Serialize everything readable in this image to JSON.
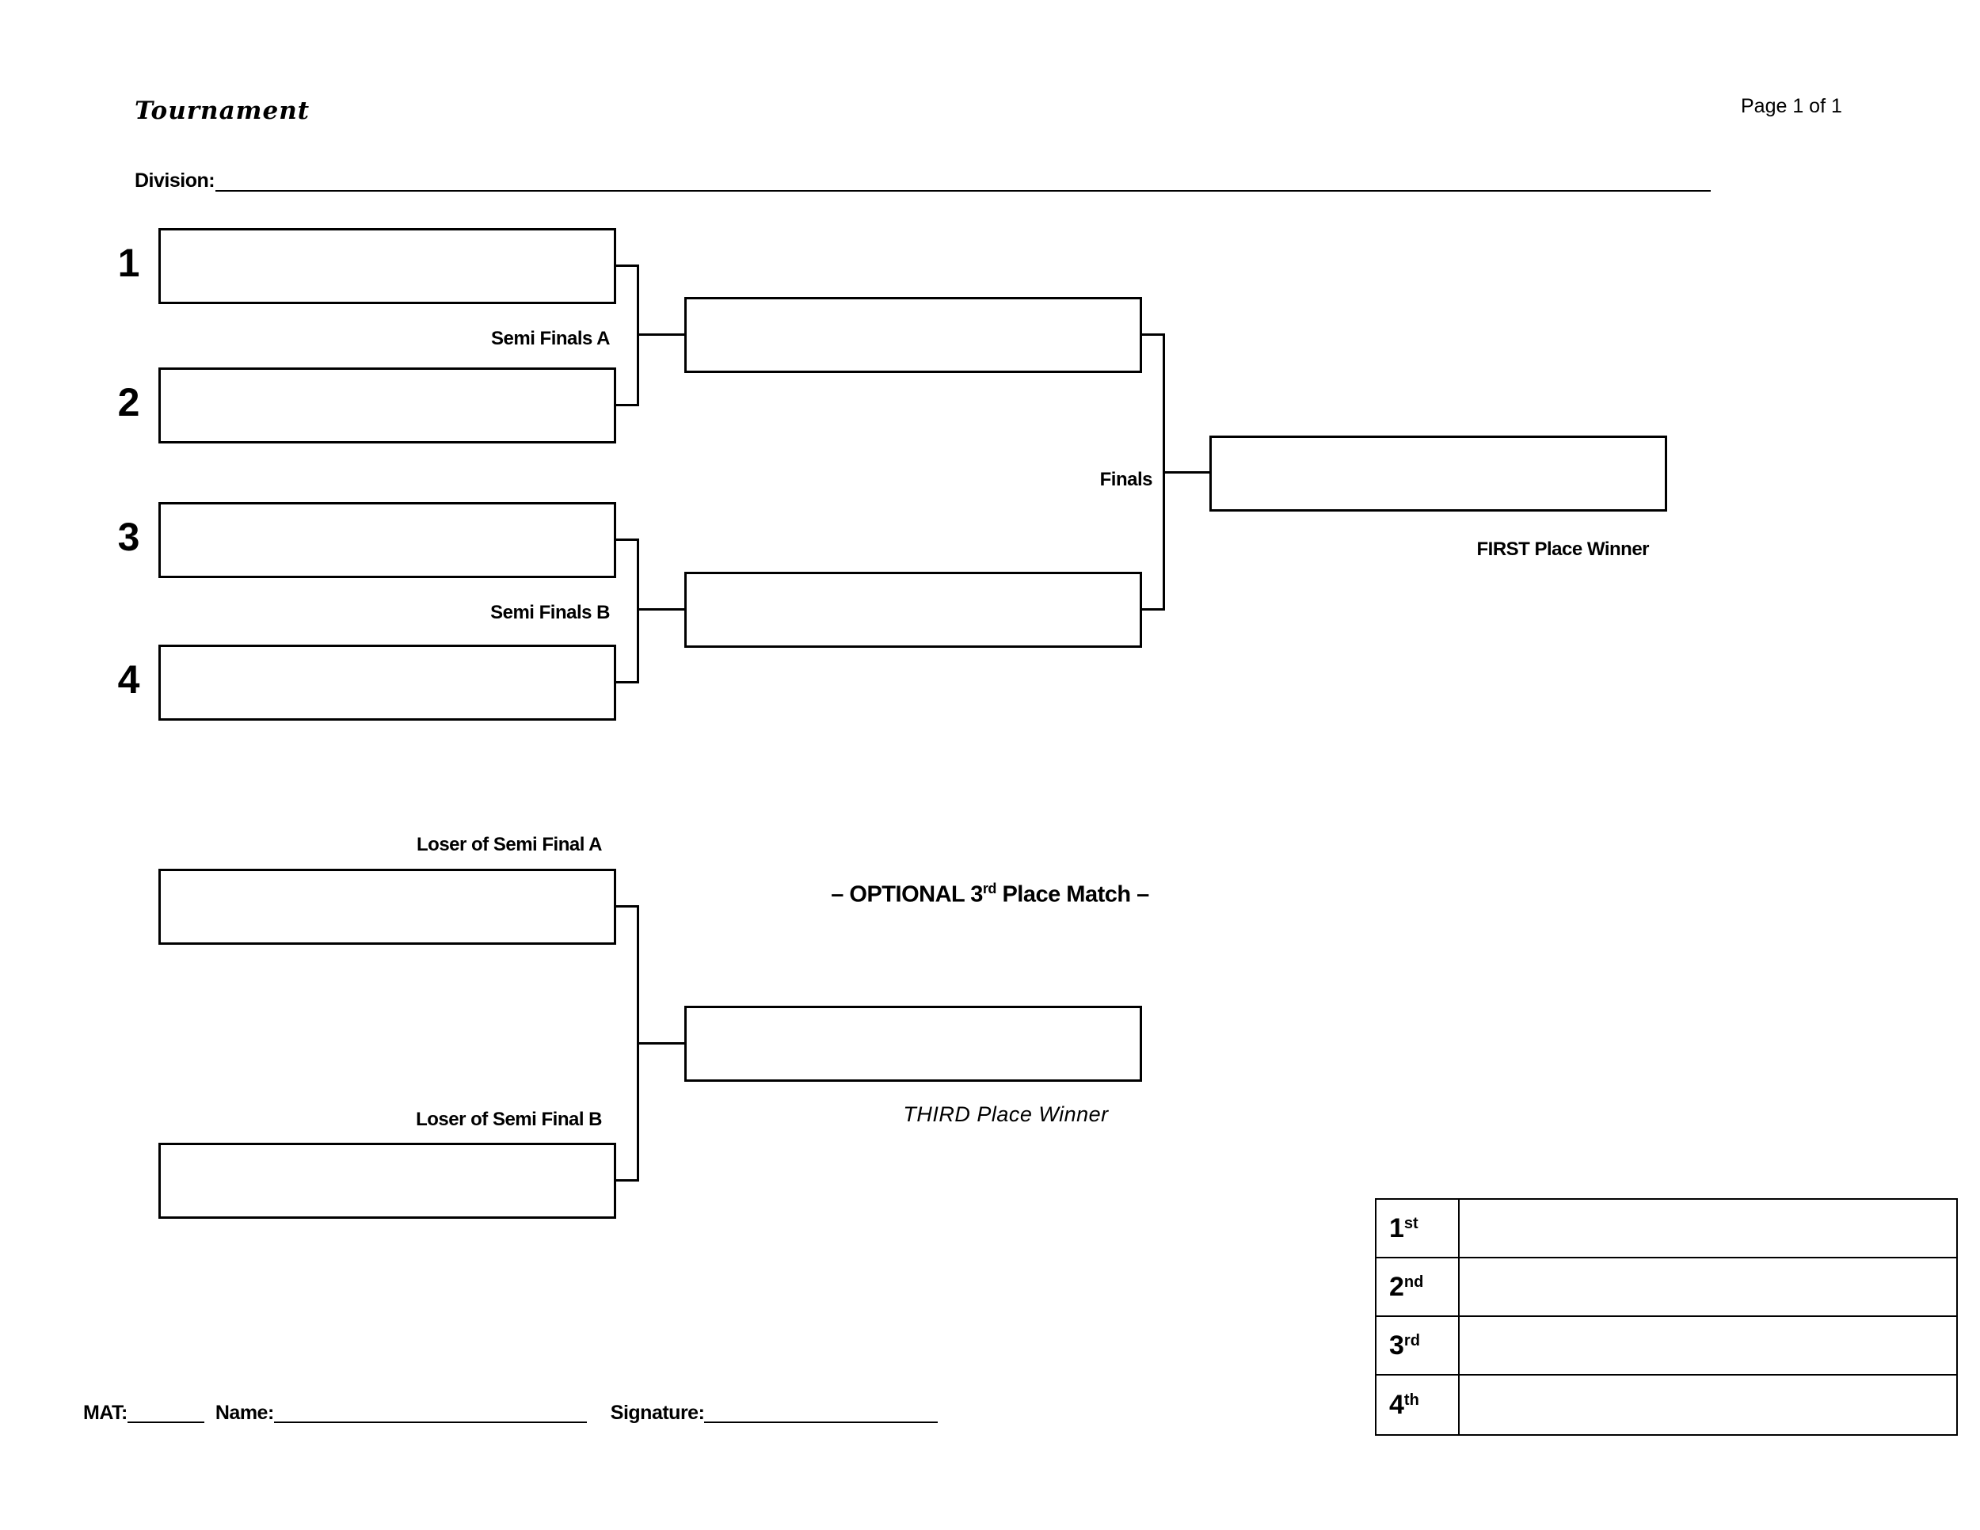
{
  "page": {
    "title": "Tournament",
    "page_indicator": "Page 1 of 1"
  },
  "division": {
    "label": "Division:",
    "value": ""
  },
  "bracket": {
    "seeds": [
      "1",
      "2",
      "3",
      "4"
    ],
    "slots": {
      "seed1": "",
      "seed2": "",
      "seed3": "",
      "seed4": "",
      "semi_final_a": "",
      "semi_final_b": "",
      "finals": ""
    },
    "semi_finals_a_label": "Semi Finals A",
    "semi_finals_b_label": "Semi Finals B",
    "finals_label": "Finals",
    "first_place_label": "FIRST Place Winner"
  },
  "third_place_match": {
    "loser_a_label": "Loser of Semi Final A",
    "loser_b_label": "Loser of Semi Final B",
    "heading_prefix": "– OPTIONAL 3",
    "heading_sup": "rd",
    "heading_suffix": " Place Match –",
    "winner_label": "THIRD Place Winner",
    "slots": {
      "loser_a": "",
      "loser_b": "",
      "third_place": ""
    }
  },
  "placements": {
    "rows": [
      {
        "rank": "1",
        "suffix": "st",
        "value": ""
      },
      {
        "rank": "2",
        "suffix": "nd",
        "value": ""
      },
      {
        "rank": "3",
        "suffix": "rd",
        "value": ""
      },
      {
        "rank": "4",
        "suffix": "th",
        "value": ""
      }
    ]
  },
  "footer": {
    "mat_label": "MAT:",
    "name_label": "Name:",
    "signature_label": "Signature:"
  }
}
